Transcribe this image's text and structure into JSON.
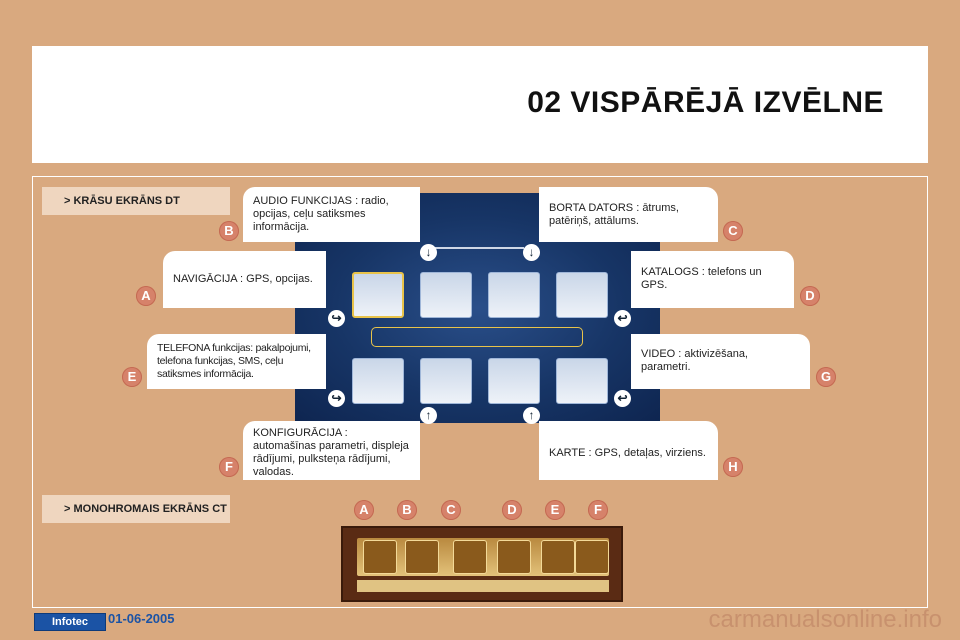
{
  "header": {
    "title": "02 VISPĀRĒJĀ IZVĒLNE"
  },
  "sections": {
    "color_screen": "> KRĀSU EKRĀNS DT",
    "mono_screen": "> MONOHROMAIS EKRĀNS CT"
  },
  "callouts": {
    "b": "AUDIO FUNKCIJAS : radio, opcijas, ceļu satiksmes informācija.",
    "a": "NAVIGĀCIJA : GPS, opcijas.",
    "e": "TELEFONA funkcijas: pakalpojumi, telefona funkcijas, SMS, ceļu satiksmes informācija.",
    "f": "KONFIGURĀCIJA : automašīnas parametri, displeja rādījumi, pulksteņa rādījumi, valodas.",
    "c": "BORTA DATORS : ātrums, patēriņš, attālums.",
    "d": "KATALOGS : telefons un GPS.",
    "g": "VIDEO : aktivizēšana, parametri.",
    "h": "KARTE : GPS, detaļas, virziens."
  },
  "badges": {
    "B": "B",
    "A": "A",
    "E": "E",
    "F": "F",
    "C": "C",
    "D": "D",
    "G": "G",
    "H": "H"
  },
  "mono_badges": [
    "A",
    "B",
    "C",
    "D",
    "E",
    "F"
  ],
  "footer": {
    "logo": "Infotec",
    "date": "01-06-2005"
  },
  "watermark": "carmanualsonline.info",
  "colors": {
    "background": "#d9a97f",
    "badge": "#d6826a",
    "screen": "#173566",
    "accent": "#e8c34a"
  }
}
